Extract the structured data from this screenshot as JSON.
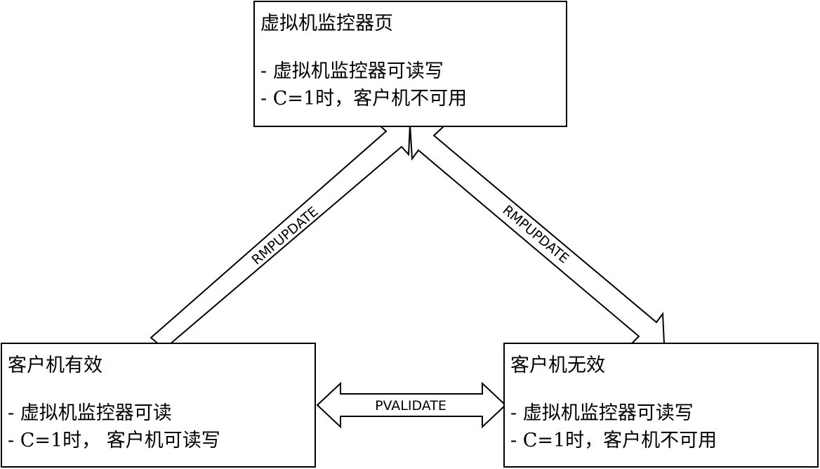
{
  "states": {
    "hypervisor": {
      "title": "虚拟机监控器页",
      "lines": [
        "- 虚拟机监控器可读写",
        "- C=1时，客户机不可用"
      ]
    },
    "guest_valid": {
      "title": "客户机有效",
      "lines": [
        "- 虚拟机监控器可读",
        "- C=1时， 客户机可读写"
      ]
    },
    "guest_invalid": {
      "title": "客户机无效",
      "lines": [
        "- 虚拟机监控器可读写",
        "- C=1时，客户机不可用"
      ]
    }
  },
  "transitions": {
    "valid_to_hypervisor": {
      "label": "RMPUPDATE"
    },
    "hypervisor_to_invalid": {
      "label": "RMPUPDATE"
    },
    "valid_invalid": {
      "label": "PVALIDATE"
    }
  }
}
